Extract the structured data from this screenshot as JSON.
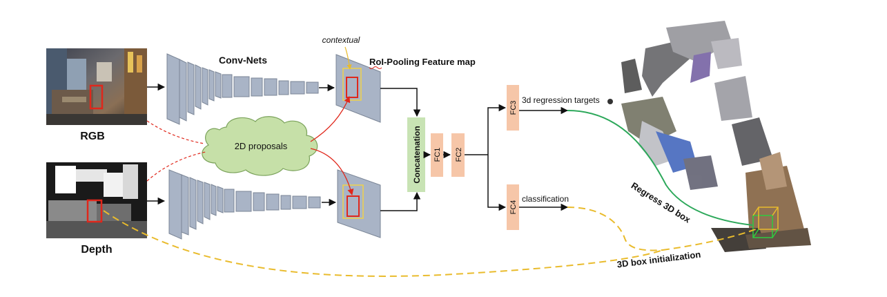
{
  "inputs": {
    "rgb_label": "RGB",
    "depth_label": "Depth"
  },
  "networks": {
    "convnets_label": "Conv-Nets",
    "contextual_label": "contextual",
    "roi_label": "RoI-Pooling Feature map"
  },
  "proposals": {
    "label": "2D proposals"
  },
  "fusion": {
    "concat_label": "Concatenation",
    "fc1_label": "FC1",
    "fc2_label": "FC2",
    "fc3_label": "FC3",
    "fc4_label": "FC4"
  },
  "outputs": {
    "regression_label": "3d regression targets",
    "classification_label": "classification",
    "regress_box_label": "Regress 3D box",
    "init_label": "3D box initialization"
  },
  "colors": {
    "conv_block": "#a9b4c6",
    "cloud_fill": "#c6e0a8",
    "concat_fill": "#c8e3b4",
    "fc_fill": "#f6c6a8",
    "proposal_box": "#e0271b",
    "context_box": "#f0d24a",
    "regress_curve": "#2ca85a",
    "init_curve": "#e9bb2c"
  }
}
